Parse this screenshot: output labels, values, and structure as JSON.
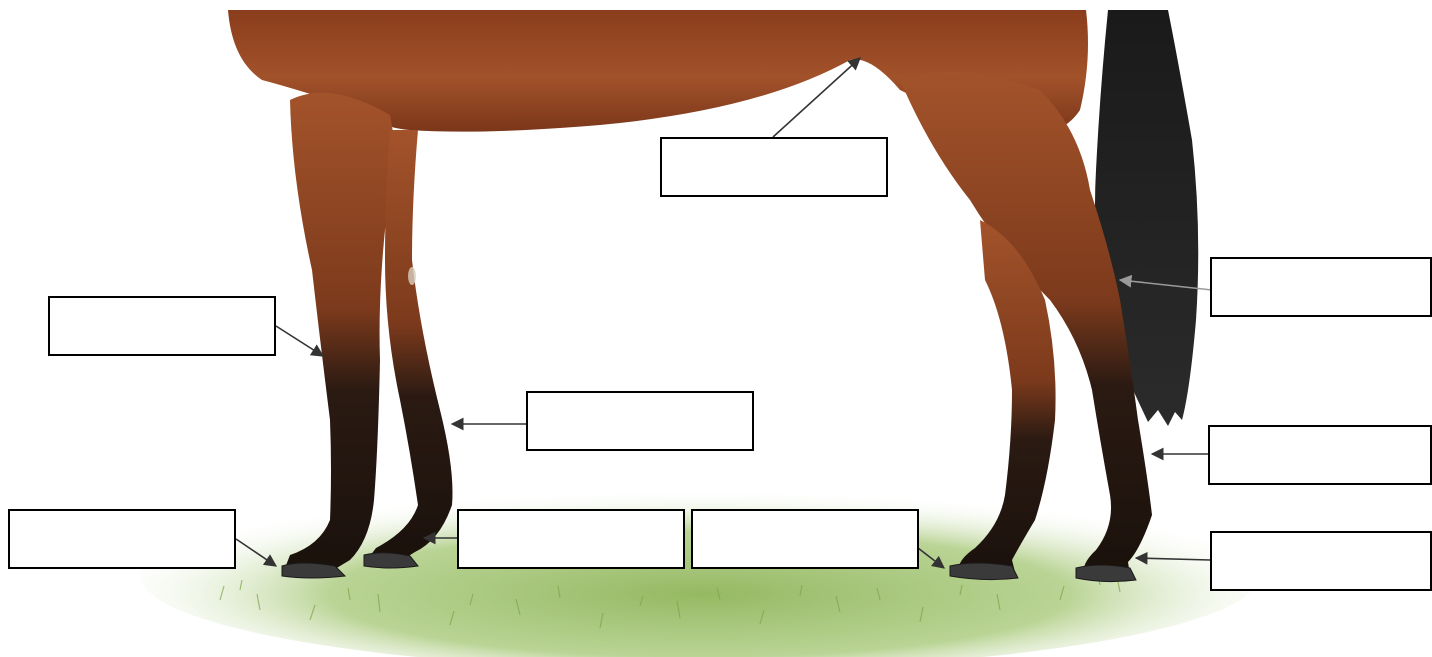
{
  "diagram": {
    "labels": [
      {
        "id": "belly",
        "text": ""
      },
      {
        "id": "hock",
        "text": ""
      },
      {
        "id": "front-knee",
        "text": ""
      },
      {
        "id": "front-cannon",
        "text": ""
      },
      {
        "id": "hind-cannon",
        "text": ""
      },
      {
        "id": "front-hoof-left",
        "text": ""
      },
      {
        "id": "front-pastern",
        "text": ""
      },
      {
        "id": "hind-hoof-front",
        "text": ""
      },
      {
        "id": "hind-pastern",
        "text": ""
      }
    ]
  },
  "colors": {
    "coat": "#9a4a25",
    "coat_dark": "#6e2f16",
    "leg_dark": "#1c120e",
    "tail": "#141414",
    "grass": "#9cbf6a",
    "arrow": "#333333",
    "arrow_light": "#9a9a9a"
  },
  "icons": [
    "arrow-icon"
  ]
}
